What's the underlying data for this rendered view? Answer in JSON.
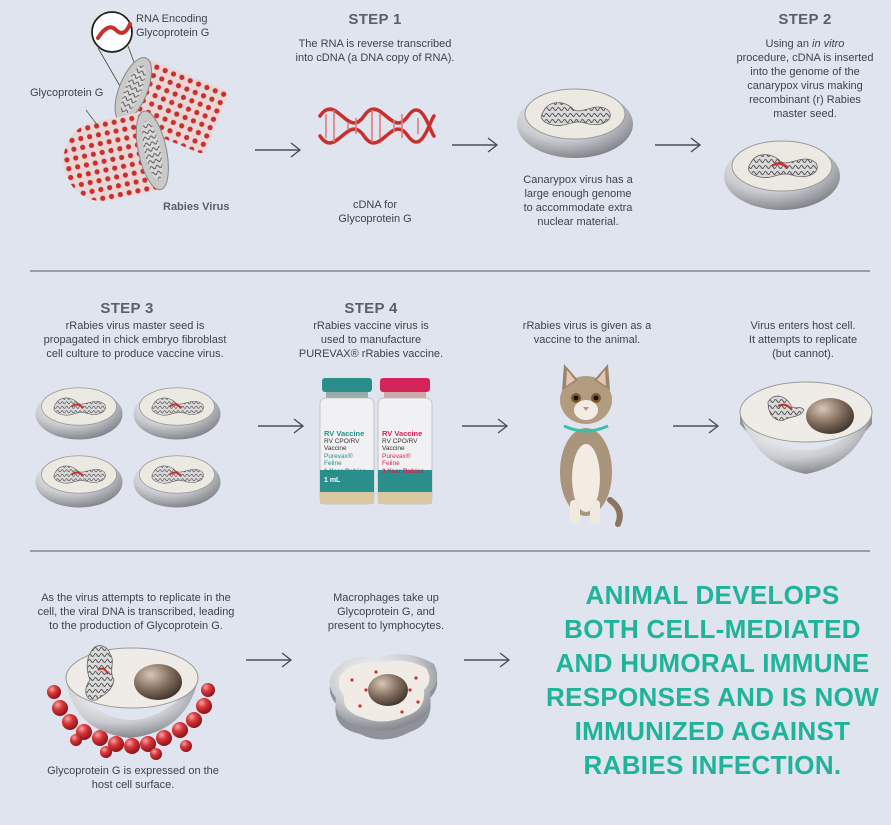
{
  "labels": {
    "rna_encoding": "RNA Encoding\nGlycoprotein G",
    "glycoprotein_g": "Glycoprotein G",
    "rabies_virus": "Rabies Virus",
    "cdna_label": "cDNA for\nGlycoprotein G",
    "canarypox": "Canarypox virus has a\nlarge enough genome\nto accommodate extra\nnuclear material.",
    "rabies_given": "rRabies virus is given as a\nvaccine to the animal.",
    "virus_enters": "Virus enters host cell.\nIt attempts to replicate\n(but cannot).",
    "attempts_replicate": "As the virus attempts to replicate in the\ncell, the viral DNA is transcribed, leading\nto the production of Glycoprotein G.",
    "macrophages": "Macrophages take up\nGlycoprotein G, and\npresent to lymphocytes.",
    "expressed": "Glycoprotein G is expressed on the\nhost cell surface."
  },
  "steps": {
    "step1_title": "STEP 1",
    "step1_text": "The RNA is reverse transcribed\ninto cDNA (a DNA copy of RNA).",
    "step2_title": "STEP 2",
    "step2_text_a": "Using an ",
    "step2_text_italic": "in vitro",
    "step2_text_b": "procedure, cDNA is inserted\ninto the genome of the\ncanarypox virus making\nrecombinant (r) Rabies\nmaster seed.",
    "step3_title": "STEP 3",
    "step3_text": "rRabies virus master seed is\npropagated in chick embryo fibroblast\ncell culture to produce vaccine virus.",
    "step4_title": "STEP 4",
    "step4_text": "rRabies vaccine virus is\nused to manufacture\nPUREVAX® rRabies vaccine."
  },
  "vials": {
    "vial_title": "RV Vaccine",
    "vial_sub": "RV CPO/RV Vaccine",
    "vial1_brand": "Purevax® Feline",
    "vial1_years": "1 Year Rabies",
    "vial2_brand": "Purevax® Feline",
    "vial2_years": "3 Year Rabies",
    "dose": "1 mL"
  },
  "final_message": "ANIMAL DEVELOPS\nBOTH CELL-MEDIATED\nAND HUMORAL IMMUNE\nRESPONSES AND IS NOW\nIMMUNIZED AGAINST\nRABIES INFECTION.",
  "colors": {
    "accent": "#1fb39a",
    "dna": "#c8302e",
    "vial_teal": "#2a8f8a",
    "vial_pink": "#d4245a"
  }
}
